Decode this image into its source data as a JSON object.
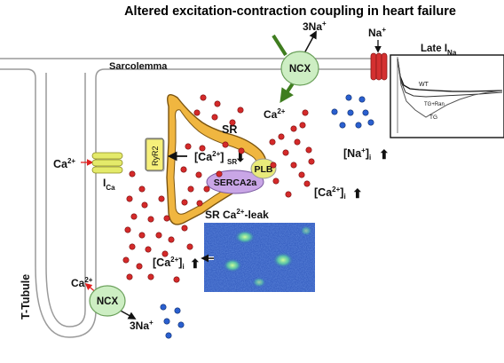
{
  "title": "Altered excitation-contraction coupling in heart failure",
  "membrane_label": "Sarcolemma",
  "ttubule_label": "T-Tubule",
  "ncx_label": "NCX",
  "three_na": "3Na",
  "na_label": "Na",
  "ca_label": "Ca",
  "sup_plus": "+",
  "sup_2plus": "2+",
  "sub_ca": "Ca",
  "sub_i": "i",
  "sub_na": "Na",
  "ica_prefix": "I",
  "ryr2": "RyR2",
  "sr": "SR",
  "plb": "PLB",
  "serca": "SERCA2a",
  "sr_leak_prefix": "SR Ca",
  "sr_leak_suffix": "-leak",
  "late_ina_prefix": "Late I",
  "trace_labels": [
    "WT",
    "TG+Ran",
    "TG"
  ],
  "arrow_up": "⬆",
  "arrow_down": "⬇",
  "colors": {
    "ca_dots": "#d42a2a",
    "na_dots": "#2a5fcf",
    "sr_fill": "#f0b640",
    "sr_outline": "#7a5410",
    "ncx_fill": "#cdeec3",
    "channel_yellow": "#e4ea6a",
    "na_channel": "#d43030",
    "plb": "#e8ea7a",
    "serca": "#c9a6e6",
    "leak_bg": "#2a52b8",
    "arrow_green": "#3f7d1f"
  }
}
